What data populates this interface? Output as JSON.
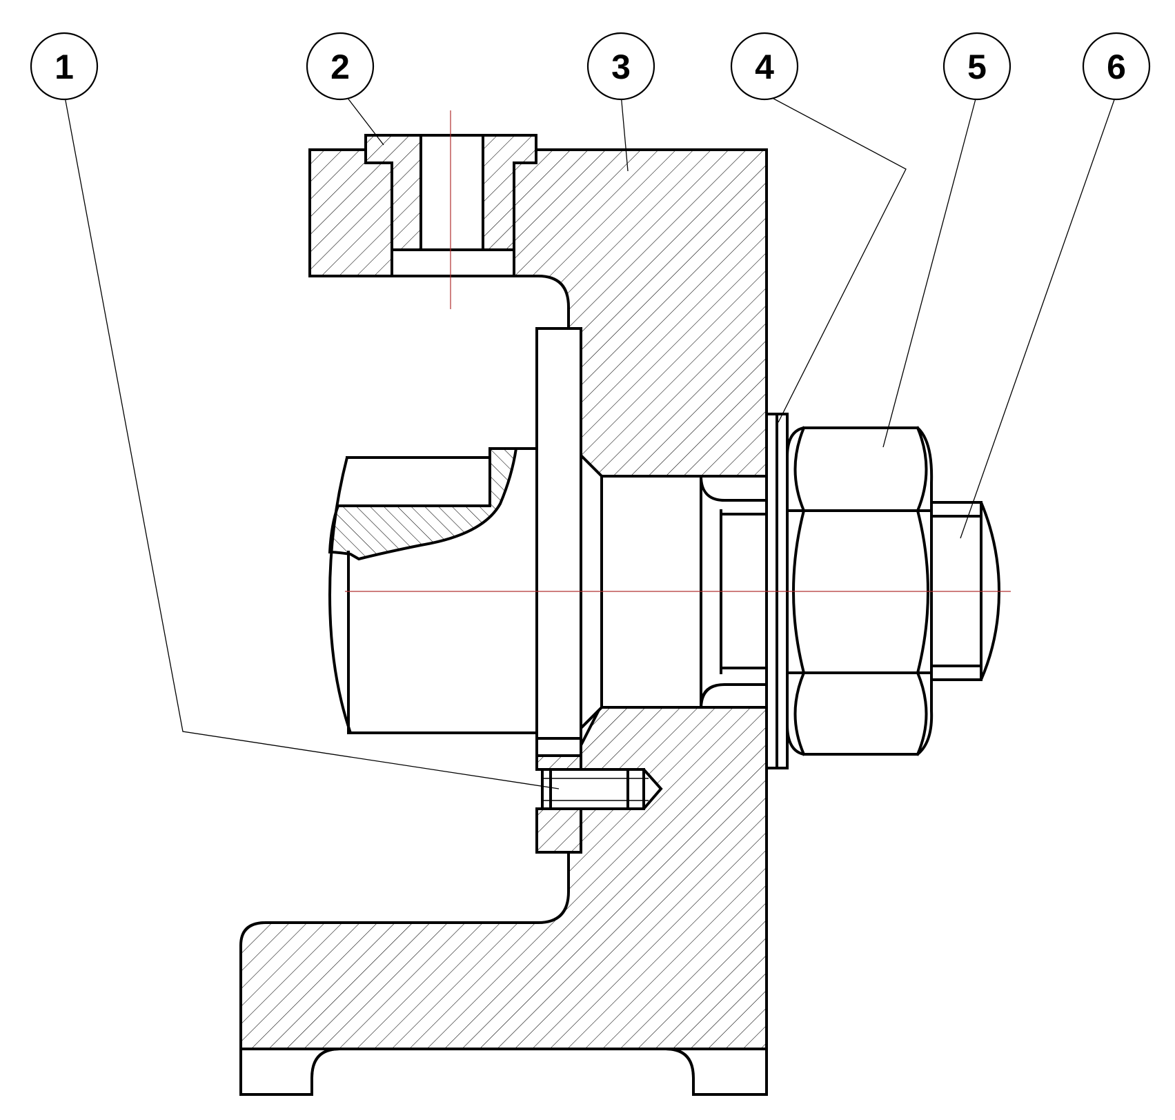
{
  "balloons": [
    {
      "label": "1"
    },
    {
      "label": "2"
    },
    {
      "label": "3"
    },
    {
      "label": "4"
    },
    {
      "label": "5"
    },
    {
      "label": "6"
    }
  ],
  "colors": {
    "line": "#000000",
    "axis": "#b03030",
    "background": "#ffffff"
  }
}
